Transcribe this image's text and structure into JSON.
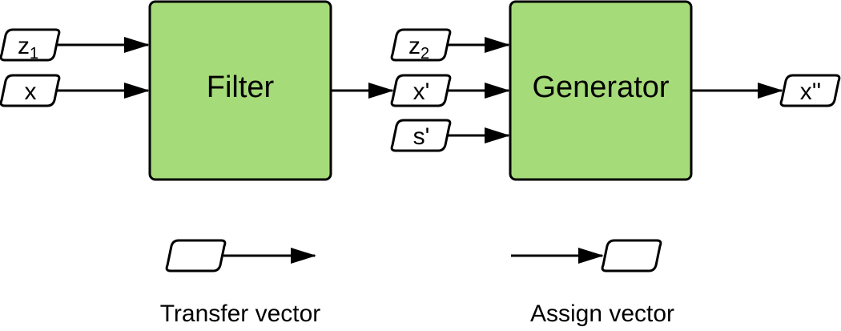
{
  "blocks": {
    "filter": {
      "label": "Filter"
    },
    "generator": {
      "label": "Generator"
    }
  },
  "vectors": {
    "z1": {
      "base": "z",
      "sub": "1"
    },
    "x": {
      "label": "x"
    },
    "z2": {
      "base": "z",
      "sub": "2"
    },
    "x_prime": {
      "label": "x'"
    },
    "s_prime": {
      "label": "s'"
    },
    "x_double_prime": {
      "label": "x''"
    }
  },
  "legend": {
    "transfer": "Transfer vector",
    "assign": "Assign vector"
  },
  "colors": {
    "block_fill": "#a6db7a",
    "stroke": "#000000"
  }
}
